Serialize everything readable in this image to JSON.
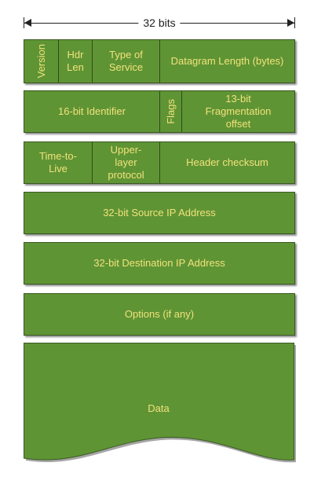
{
  "width_label": "32 bits",
  "rows": [
    {
      "cells": [
        {
          "label": "Version"
        },
        {
          "label": "Hdr\nLen"
        },
        {
          "label": "Type of\nService"
        },
        {
          "label": "Datagram Length (bytes)"
        }
      ]
    },
    {
      "cells": [
        {
          "label": "16-bit Identifier"
        },
        {
          "label": "Flags"
        },
        {
          "label": "13-bit\nFragmentation\noffset"
        }
      ]
    },
    {
      "cells": [
        {
          "label": "Time-to-\nLive"
        },
        {
          "label": "Upper-\nlayer\nprotocol"
        },
        {
          "label": "Header checksum"
        }
      ]
    },
    {
      "cells": [
        {
          "label": "32-bit Source IP Address"
        }
      ]
    },
    {
      "cells": [
        {
          "label": "32-bit Destination IP Address"
        }
      ]
    },
    {
      "cells": [
        {
          "label": "Options (if any)"
        }
      ]
    }
  ],
  "data_label": "Data",
  "colors": {
    "field_fill": "#5f9435",
    "field_text": "#f1e27a",
    "divider": "#2f4a1b"
  }
}
